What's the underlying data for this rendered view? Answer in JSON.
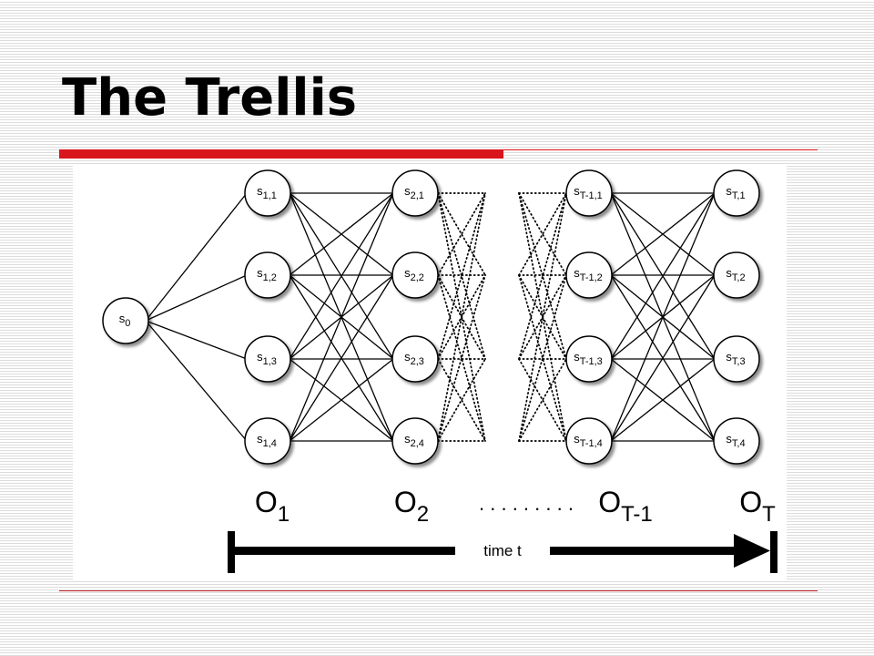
{
  "slide": {
    "title": "The Trellis"
  },
  "diagram": {
    "start_state": {
      "base": "s",
      "sub": "0"
    },
    "columns": [
      {
        "states": [
          {
            "base": "s",
            "sub": "1,1"
          },
          {
            "base": "s",
            "sub": "1,2"
          },
          {
            "base": "s",
            "sub": "1,3"
          },
          {
            "base": "s",
            "sub": "1,4"
          }
        ],
        "observation": {
          "base": "O",
          "sub": "1"
        }
      },
      {
        "states": [
          {
            "base": "s",
            "sub": "2,1"
          },
          {
            "base": "s",
            "sub": "2,2"
          },
          {
            "base": "s",
            "sub": "2,3"
          },
          {
            "base": "s",
            "sub": "2,4"
          }
        ],
        "observation": {
          "base": "O",
          "sub": "2"
        }
      },
      {
        "states": [
          {
            "base": "s",
            "sub": "T-1,1"
          },
          {
            "base": "s",
            "sub": "T-1,2"
          },
          {
            "base": "s",
            "sub": "T-1,3"
          },
          {
            "base": "s",
            "sub": "T-1,4"
          }
        ],
        "observation": {
          "base": "O",
          "sub": "T-1"
        }
      },
      {
        "states": [
          {
            "base": "s",
            "sub": "T,1"
          },
          {
            "base": "s",
            "sub": "T,2"
          },
          {
            "base": "s",
            "sub": "T,3"
          },
          {
            "base": "s",
            "sub": "T,4"
          }
        ],
        "observation": {
          "base": "O",
          "sub": "T"
        }
      }
    ],
    "observation_ellipsis": ". . . . . . . . .",
    "time_axis_label": "time t"
  }
}
